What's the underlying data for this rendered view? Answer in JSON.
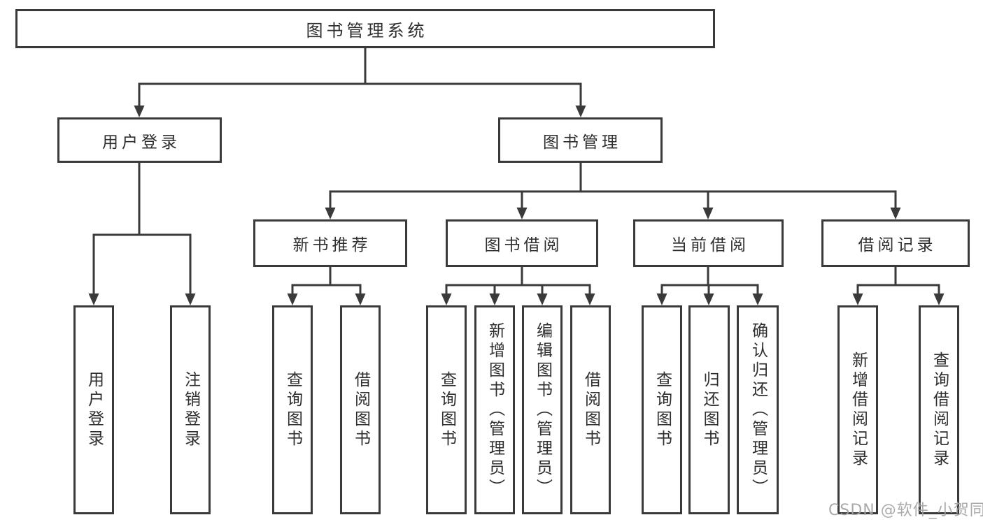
{
  "diagram": {
    "type": "hierarchy-tree",
    "watermark": "CSDN @软件_小贺同学"
  },
  "colors": {
    "line": "#3a3a3a",
    "text": "#2e2e2e",
    "watermark": "#a3a3a3",
    "bg": "#ffffff"
  },
  "nodes": {
    "root": "图书管理系统",
    "user_login": "用户登录",
    "book_management": "图书管理",
    "new_book_recommend": "新书推荐",
    "book_borrowing": "图书借阅",
    "current_borrowing": "当前借阅",
    "borrow_records": "借阅记录",
    "leaf_user_login": "用户登录",
    "leaf_logout": "注销登录",
    "nbr_query_books": "查询图书",
    "nbr_borrow_books": "借阅图书",
    "bb_query_books": "查询图书",
    "bb_add_books_admin": "新增图书（管理员）",
    "bb_edit_books_admin": "编辑图书（管理员）",
    "bb_borrow_books": "借阅图书",
    "cb_query_books": "查询图书",
    "cb_return_books": "归还图书",
    "cb_confirm_return_admin": "确认归还（管理员）",
    "br_add_record": "新增借阅记录",
    "br_query_record": "查询借阅记录"
  }
}
